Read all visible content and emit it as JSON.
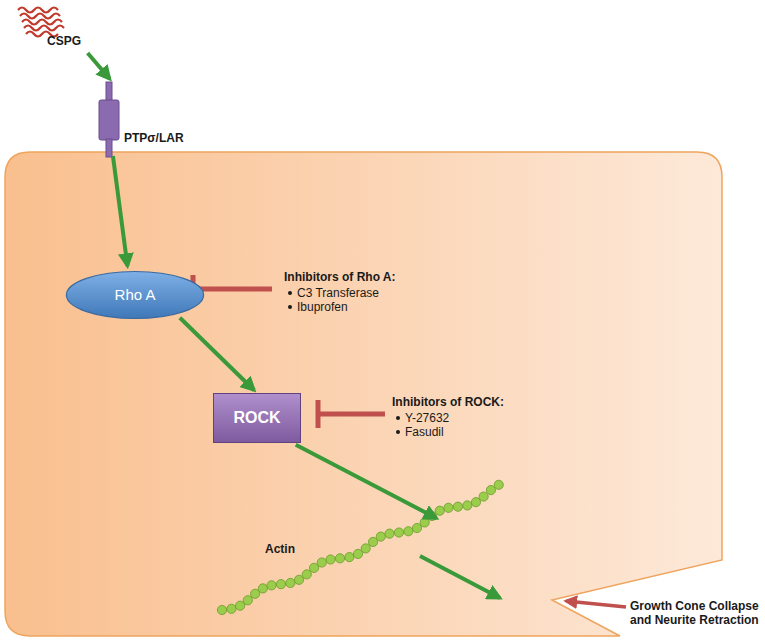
{
  "diagram": {
    "nodes": [
      {
        "text": [
          "CSPG"
        ]
      },
      {
        "text": [
          "PTPσ/LAR"
        ]
      },
      {
        "text": [
          "Rho A"
        ]
      },
      {
        "text": [
          "ROCK"
        ]
      },
      {
        "text": [
          "Actin"
        ]
      }
    ],
    "edges": [
      {
        "from": 0,
        "to": 1,
        "arrow": "to"
      },
      {
        "from": 1,
        "to": 2,
        "arrow": "to"
      },
      {
        "from": 2,
        "to": 3,
        "arrow": "to"
      },
      {
        "from": 3,
        "to": 4,
        "arrow": "to"
      }
    ],
    "labels": [
      "Inhibitors of Rho A:",
      "C3 Transferase",
      "Ibuprofen",
      "Inhibitors of ROCK:",
      "Y-27632",
      "Fasudil",
      "Growth Cone Collapse and Neurite Retraction"
    ]
  }
}
